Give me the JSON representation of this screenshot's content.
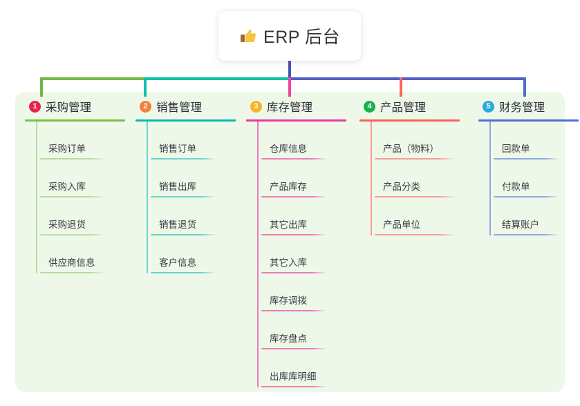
{
  "root": {
    "icon": "thumbs-up-icon",
    "title": "ERP 后台"
  },
  "theme": {
    "panel_bg": "#eef8e9",
    "page_bg": "#ffffff",
    "trunk_color": "#4356b6",
    "bus_colors": [
      "#72b747",
      "#05c5a6",
      "#5261c4"
    ]
  },
  "columns": [
    {
      "index": "1",
      "title": "采购管理",
      "badge_color": "#e8234a",
      "line_color": "#7ac143",
      "item_line_color": "#b6dda0",
      "items": [
        {
          "label": "采购订单"
        },
        {
          "label": "采购入库"
        },
        {
          "label": "采购退货"
        },
        {
          "label": "供应商信息"
        }
      ]
    },
    {
      "index": "2",
      "title": "销售管理",
      "badge_color": "#f2813a",
      "line_color": "#0bb8b0",
      "item_line_color": "#6fd2cd",
      "items": [
        {
          "label": "销售订单"
        },
        {
          "label": "销售出库"
        },
        {
          "label": "销售退货"
        },
        {
          "label": "客户信息"
        }
      ]
    },
    {
      "index": "3",
      "title": "库存管理",
      "badge_color": "#f5b425",
      "line_color": "#e8399b",
      "item_line_color": "#ef7ab6",
      "items": [
        {
          "label": "仓库信息"
        },
        {
          "label": "产品库存"
        },
        {
          "label": "其它出库"
        },
        {
          "label": "其它入库"
        },
        {
          "label": "库存调拨"
        },
        {
          "label": "库存盘点"
        },
        {
          "label": "出库库明细"
        }
      ]
    },
    {
      "index": "4",
      "title": "产品管理",
      "badge_color": "#17b14b",
      "line_color": "#f9615a",
      "item_line_color": "#f79a95",
      "items": [
        {
          "label": "产品（物料）"
        },
        {
          "label": "产品分类"
        },
        {
          "label": "产品单位"
        }
      ]
    },
    {
      "index": "5",
      "title": "财务管理",
      "badge_color": "#2aa9e0",
      "line_color": "#4a6fd4",
      "item_line_color": "#8fa6e0",
      "items": [
        {
          "label": "回款单"
        },
        {
          "label": "付款单"
        },
        {
          "label": "结算账户"
        }
      ]
    }
  ]
}
